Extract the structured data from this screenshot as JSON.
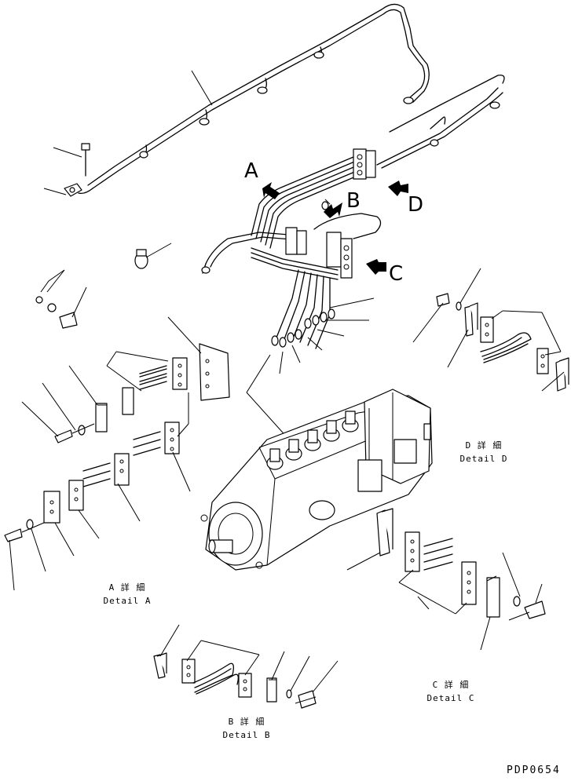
{
  "diagram": {
    "drawing_code": "PDP0654",
    "view_arrows": [
      "A",
      "B",
      "C",
      "D"
    ],
    "details": [
      {
        "id": "A",
        "jp": "A 詳 細",
        "en": "Detail A"
      },
      {
        "id": "B",
        "jp": "B 詳 細",
        "en": "Detail B"
      },
      {
        "id": "C",
        "jp": "C 詳 細",
        "en": "Detail C"
      },
      {
        "id": "D",
        "jp": "D 詳 細",
        "en": "Detail D"
      }
    ]
  }
}
